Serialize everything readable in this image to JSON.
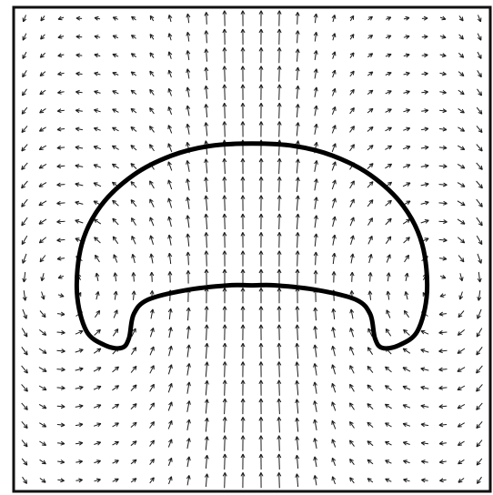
{
  "figure": {
    "description_kind": "velocity-vector-field",
    "background_color": "#ffffff",
    "ink_color": "#111111",
    "arrow_color": "#1a1a1a",
    "interface_color": "#000000",
    "domain": {
      "x_range": [
        -1,
        1
      ],
      "y_range": [
        -1,
        1
      ]
    },
    "arrow_grid": {
      "columns": 26,
      "rows": 26
    },
    "vortex_centers": [
      [
        -0.8,
        -0.15
      ],
      [
        0.8,
        -0.15
      ]
    ],
    "interface_shape": {
      "name": "bubble-cap",
      "points": [
        [
          -0.62,
          -0.4
        ],
        [
          -0.7,
          -0.34
        ],
        [
          -0.74,
          -0.18
        ],
        [
          -0.72,
          0.02
        ],
        [
          -0.64,
          0.18
        ],
        [
          -0.5,
          0.31
        ],
        [
          -0.34,
          0.39
        ],
        [
          -0.18,
          0.43
        ],
        [
          0.0,
          0.44
        ],
        [
          0.18,
          0.43
        ],
        [
          0.34,
          0.39
        ],
        [
          0.5,
          0.31
        ],
        [
          0.64,
          0.18
        ],
        [
          0.72,
          0.02
        ],
        [
          0.74,
          -0.18
        ],
        [
          0.7,
          -0.34
        ],
        [
          0.62,
          -0.4
        ],
        [
          0.55,
          -0.41
        ],
        [
          0.52,
          -0.37
        ],
        [
          0.5,
          -0.27
        ],
        [
          0.44,
          -0.21
        ],
        [
          0.28,
          -0.17
        ],
        [
          0.1,
          -0.15
        ],
        [
          0.0,
          -0.15
        ],
        [
          -0.1,
          -0.15
        ],
        [
          -0.28,
          -0.17
        ],
        [
          -0.44,
          -0.21
        ],
        [
          -0.5,
          -0.27
        ],
        [
          -0.52,
          -0.37
        ],
        [
          -0.55,
          -0.41
        ]
      ]
    }
  }
}
